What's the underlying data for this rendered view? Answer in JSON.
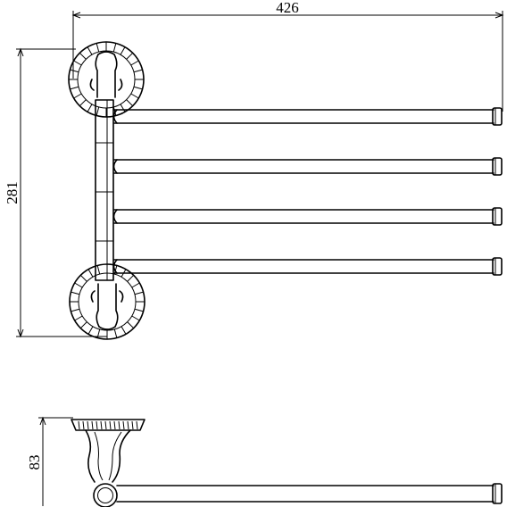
{
  "drawing": {
    "dimensions": {
      "width_label": "426",
      "height_label": "281",
      "depth_label": "83"
    },
    "arm_count": 4
  }
}
